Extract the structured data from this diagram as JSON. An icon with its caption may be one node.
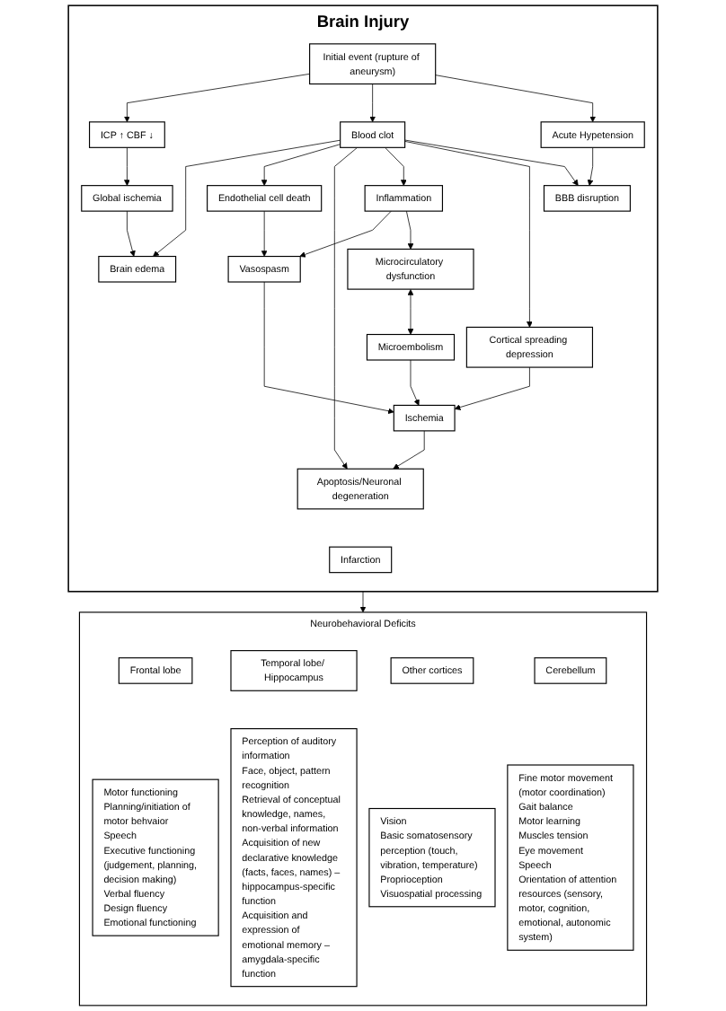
{
  "diagram": {
    "nodes": [
      {
        "text": [
          "Brain Injury"
        ]
      },
      {
        "text": [
          "Initial event (rupture of aneurysm)"
        ],
        "in": 0
      },
      {
        "text": [
          "ICP ↑ CBF ↓"
        ],
        "in": 0
      },
      {
        "text": [
          "Blood clot"
        ],
        "in": 0
      },
      {
        "text": [
          "Acute Hypetension"
        ],
        "in": 0
      },
      {
        "text": [
          "Global ischemia"
        ],
        "in": 0
      },
      {
        "text": [
          "BBB disruption"
        ],
        "in": 0
      },
      {
        "text": [
          "Brain edema"
        ],
        "in": 0
      },
      {
        "text": [
          "Inflammation"
        ],
        "in": 0
      },
      {
        "text": [
          "Endothelial cell death"
        ],
        "in": 0
      },
      {
        "text": [
          "Cortical spreading depression"
        ],
        "in": 0
      },
      {
        "text": [
          "Vasospasm"
        ],
        "in": 0
      },
      {
        "text": [
          "Microcirculatory dysfunction"
        ],
        "in": 0
      },
      {
        "text": [
          "Microembolism"
        ],
        "in": 0
      },
      {
        "text": [
          "Ischemia"
        ],
        "in": 0
      },
      {
        "text": [
          "Apoptosis/Neuronal degeneration"
        ],
        "in": 0
      },
      {
        "text": [
          "Infarction"
        ],
        "in": 0
      },
      {
        "text": [
          "Neurobehavioral Deficits"
        ]
      },
      {
        "text": [
          "Frontal lobe"
        ],
        "in": 17
      },
      {
        "text": [
          "Temporal lobe/ Hippocampus"
        ],
        "in": 17
      },
      {
        "text": [
          "Other cortices"
        ],
        "in": 17
      },
      {
        "text": [
          "Cerebellum"
        ],
        "in": 17
      },
      {
        "text": [
          "Motor functioning",
          "Planning/initiation of motor behvaior",
          "Speech",
          "Executive functioning (judgement, planning, decision making)",
          "Verbal fluency",
          "Design fluency",
          "Emotional functioning"
        ],
        "in": 17
      },
      {
        "text": [
          "Perception of auditory information",
          "Face, object, pattern recognition",
          "Retrieval of conceptual knowledge, names, non-verbal information",
          "Acquisition of new declarative knowledge (facts, faces, names) – hippocampus-specific function",
          "Acquisition and expression of emotional memory – amygdala-specific function"
        ],
        "in": 17
      },
      {
        "text": [
          "Vision",
          "Basic somatosensory perception (touch, vibration, temperature)",
          "Proprioception",
          "Visuospatial processing"
        ],
        "in": 17
      },
      {
        "text": [
          "Fine motor movement (motor coordination)",
          "Gait balance",
          "Motor learning",
          "Muscles tension",
          "Eye movement",
          "Speech",
          "Orientation of attention resources (sensory, motor, cognition, emotional, autonomic system)"
        ],
        "in": 17
      }
    ],
    "edges": [
      {
        "from": 1,
        "to": 2,
        "arrow": "to"
      },
      {
        "from": 1,
        "to": 3,
        "arrow": "to"
      },
      {
        "from": 1,
        "to": 4,
        "arrow": "to"
      },
      {
        "from": 2,
        "to": 5,
        "arrow": "to"
      },
      {
        "from": 5,
        "to": 7,
        "arrow": "to"
      },
      {
        "from": 3,
        "to": 7,
        "arrow": "to"
      },
      {
        "from": 3,
        "to": 9,
        "arrow": "to"
      },
      {
        "from": 3,
        "to": 15,
        "arrow": "to"
      },
      {
        "from": 3,
        "to": 8,
        "arrow": "to"
      },
      {
        "from": 3,
        "to": 10,
        "arrow": "to"
      },
      {
        "from": 3,
        "to": 6,
        "arrow": "to"
      },
      {
        "from": 4,
        "to": 6,
        "arrow": "to"
      },
      {
        "from": 9,
        "to": 11,
        "arrow": "to"
      },
      {
        "from": 8,
        "to": 11,
        "arrow": "to"
      },
      {
        "from": 8,
        "to": 12,
        "arrow": "to"
      },
      {
        "from": 10,
        "to": 14,
        "arrow": "to"
      },
      {
        "from": 12,
        "to": 13,
        "arrow": "both"
      },
      {
        "from": 13,
        "to": 14,
        "arrow": "to"
      },
      {
        "from": 11,
        "to": 14,
        "arrow": "to"
      },
      {
        "from": 14,
        "to": 15,
        "arrow": "to"
      },
      {
        "from": 0,
        "to": 17,
        "arrow": "to"
      }
    ]
  }
}
